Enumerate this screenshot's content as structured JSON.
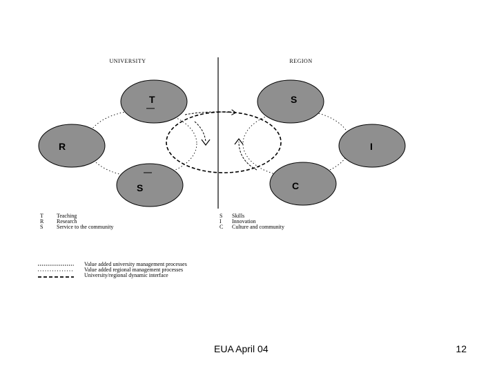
{
  "headings": {
    "left": "UNIVERSITY",
    "right": "REGION"
  },
  "nodes": {
    "teaching": "T",
    "research": "R",
    "service": "S",
    "skills": "S",
    "innovation": "I",
    "culture": "C"
  },
  "legend_left": [
    {
      "letter": "T",
      "label": "Teaching"
    },
    {
      "letter": "R",
      "label": "Research"
    },
    {
      "letter": "S",
      "label": "Service to the community"
    }
  ],
  "legend_right": [
    {
      "letter": "S",
      "label": "Skills"
    },
    {
      "letter": "I",
      "label": "Innovation"
    },
    {
      "letter": "C",
      "label": "Culture and community"
    }
  ],
  "line_key": [
    {
      "label": "Value added university management processes"
    },
    {
      "label": "Value added regional management processes"
    },
    {
      "label": "University/regional dynamic interface"
    }
  ],
  "colors": {
    "node_fill": "#8f8f8f",
    "stroke": "#000000"
  },
  "footer": {
    "center": "EUA April 04",
    "page": "12"
  }
}
